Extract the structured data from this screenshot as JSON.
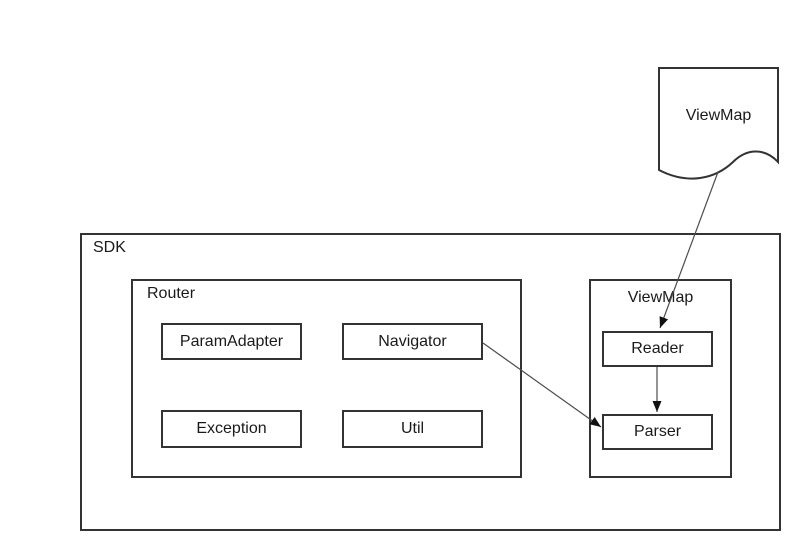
{
  "diagram": {
    "document_shape": {
      "label": "ViewMap"
    },
    "sdk": {
      "label": "SDK"
    },
    "router": {
      "label": "Router",
      "param_adapter": "ParamAdapter",
      "navigator": "Navigator",
      "exception": "Exception",
      "util": "Util"
    },
    "viewmap_module": {
      "label": "ViewMap",
      "reader": "Reader",
      "parser": "Parser"
    },
    "edges": [
      {
        "from": "viewmap-document",
        "to": "reader"
      },
      {
        "from": "navigator",
        "to": "parser"
      },
      {
        "from": "reader",
        "to": "parser"
      }
    ],
    "colors": {
      "border": "#333333",
      "arrow": "#4d4d4d",
      "text": "#1a1a1a",
      "background": "#ffffff"
    }
  }
}
